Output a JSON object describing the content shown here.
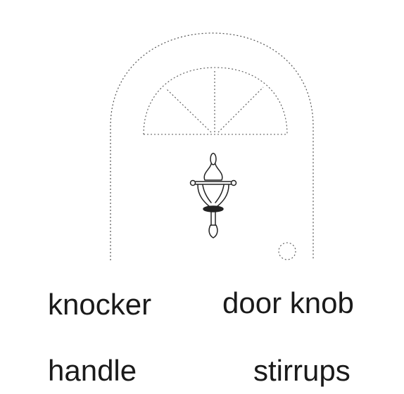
{
  "options": {
    "knocker": "knocker",
    "door_knob": "door knob",
    "handle": "handle",
    "stirrups": "stirrups"
  },
  "colors": {
    "outline": "#555555",
    "knocker_stroke": "#222222",
    "text": "#1a1a1a"
  }
}
